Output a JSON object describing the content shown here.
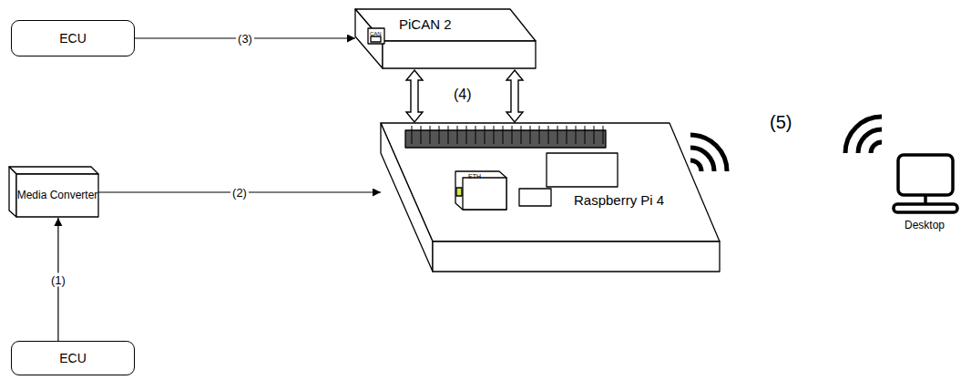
{
  "diagram": {
    "nodes": [
      {
        "text": [
          "ECU"
        ]
      },
      {
        "text": [
          "PiCAN 2"
        ]
      },
      {
        "text": [
          "Raspberry Pi 4"
        ]
      },
      {
        "text": [
          "Media Converter"
        ]
      },
      {
        "text": [
          "Desktop"
        ]
      },
      {
        "text": [
          "ECU"
        ]
      }
    ],
    "edges": [
      {
        "from": 0,
        "to": 1,
        "label": "(3)",
        "arrow": "to"
      },
      {
        "from": 3,
        "to": 2,
        "label": "(2)",
        "arrow": "to"
      },
      {
        "from": 5,
        "to": 3,
        "label": "(1)",
        "arrow": "to"
      },
      {
        "from": 1,
        "to": 2,
        "arrow": "both"
      },
      {
        "from": 1,
        "to": 2,
        "arrow": "both"
      }
    ],
    "labels": [
      "CAN",
      "(4)",
      "(5)",
      "ETH"
    ]
  }
}
